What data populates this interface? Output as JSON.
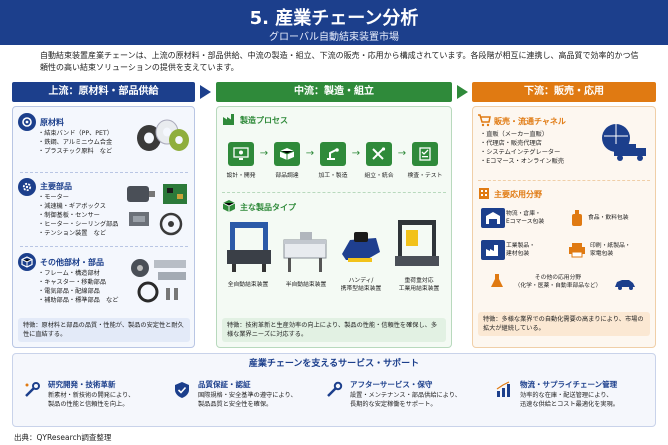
{
  "header": {
    "title": "5. 産業チェーン分析",
    "subtitle": "グローバル自動結束装置市場"
  },
  "intro": "自動結束装置産業チェーンは、上流の原材料・部品供給、中流の製造・組立、下流の販売・応用から構成されています。各段階が相互に連携し、高品質で効率的かつ信頼性の高い結束ソリューションの提供を支えています。",
  "upstream": {
    "header": "上流：原材料・部品供給",
    "raw": {
      "title": "原材料",
      "items": [
        "結束バンド（PP、PET）",
        "鉄鋼、アルミニウム合金",
        "プラスチック原料　など"
      ]
    },
    "parts": {
      "title": "主要部品",
      "items": [
        "モーター",
        "減速機・ギアボックス",
        "制御基板・センサー",
        "ヒーター・シーリング部品",
        "テンション装置　など"
      ]
    },
    "other": {
      "title": "その他部材・部品",
      "items": [
        "フレーム・構造部材",
        "キャスター・移動部品",
        "電気部品・配線部品",
        "補助部品・標準部品　など"
      ]
    },
    "note": "特徴：原材料と部品の品質・性能が、製品の安定性と耐久性に直結する。"
  },
  "midstream": {
    "header": "中流：製造・組立",
    "process_title": "製造プロセス",
    "steps": [
      "設計・開発",
      "部品調達",
      "加工・製造",
      "組立・統合",
      "検査・テスト"
    ],
    "products_title": "主な製品タイプ",
    "products": [
      "全自動結束装置",
      "半自動結束装置",
      "ハンディ/\n携帯型結束装置",
      "重荷重対応\n工業用結束装置"
    ],
    "note": "特徴：技術革新と生産効率の向上により、製品の性能・信頼性を確保し、多様な業界ニーズに対応する。"
  },
  "downstream": {
    "header": "下流：販売・応用",
    "sales_title": "販売・流通チャネル",
    "sales_items": [
      "直販（メーカー直販）",
      "代理店・販売代理店",
      "システムインテグレーター",
      "Eコマース・オンライン販売"
    ],
    "apps_title": "主要応用分野",
    "apps": [
      "物流・倉庫・\nEコマース包装",
      "食品・飲料包装",
      "工業製品・\n建材包装",
      "印刷・紙製品・\n家電包装"
    ],
    "apps_other": "その他の応用分野\n（化学・医薬・自動車部品など）",
    "note": "特徴：多様な業界での自動化需要の高まりにより、市場の拡大が継続している。"
  },
  "support": {
    "title": "産業チェーンを支えるサービス・サポート",
    "items": [
      {
        "title": "研究開発・技術革新",
        "desc": "新素材・新技術の開発により、\n製品の性能と信頼性を向上。"
      },
      {
        "title": "品質保証・認証",
        "desc": "国際規格・安全基準の遵守により、\n製品品質と安全性を確保。"
      },
      {
        "title": "アフターサービス・保守",
        "desc": "設置・メンテナンス・部品供給により、\n長期的な安定稼働をサポート。"
      },
      {
        "title": "物流・サプライチェーン管理",
        "desc": "効率的な在庫・配送管理により、\n迅速な供給とコスト最適化を実現。"
      }
    ]
  },
  "source": "出典：QYResearch調査整理",
  "colors": {
    "upstream": "#1c3f8c",
    "midstream": "#2f8a3a",
    "downstream": "#e07a12"
  }
}
